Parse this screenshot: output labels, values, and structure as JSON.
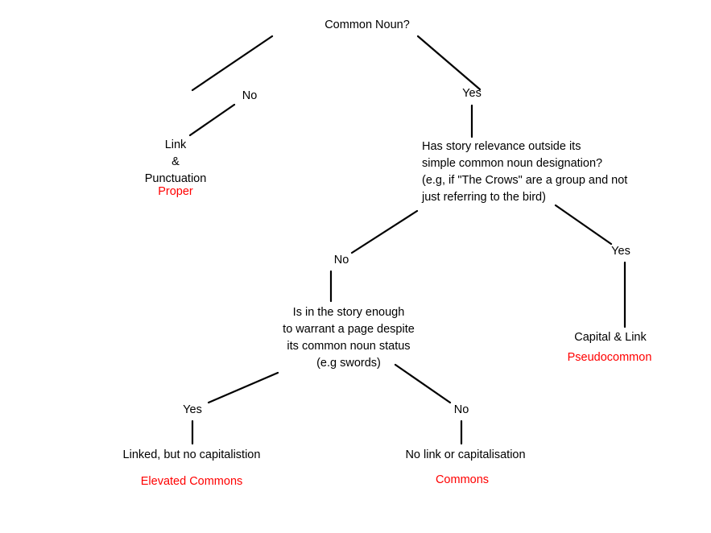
{
  "diagram": {
    "type": "decision-tree",
    "title": "Common Noun classification decision tree",
    "colors": {
      "text": "#000000",
      "outcome": "#ff0000",
      "edge": "#000000",
      "background": "#ffffff"
    }
  },
  "root": {
    "question": "Common Noun?"
  },
  "edge_labels": {
    "root_no": "No",
    "root_yes": "Yes",
    "relevance_no": "No",
    "relevance_yes": "Yes",
    "warrant_yes": "Yes",
    "warrant_no": "No"
  },
  "nodes": {
    "proper": {
      "line1": "Link",
      "line2": "&",
      "line3": "Punctuation",
      "outcome": "Proper"
    },
    "relevance_question": {
      "line1": "Has story relevance outside its",
      "line2": "simple common noun designation?",
      "line3": "(e.g, if \"The Crows\" are a group and not",
      "line4": "just referring to the bird)"
    },
    "pseudocommon": {
      "label": "Capital & Link",
      "outcome": "Pseudocommon"
    },
    "warrant_question": {
      "line1": "Is in the story enough",
      "line2": "to warrant a page despite",
      "line3": "its common noun status",
      "line4": "(e.g swords)"
    },
    "elevated_commons": {
      "label": "Linked, but no capitalistion",
      "outcome": "Elevated Commons"
    },
    "commons": {
      "label": "No link or capitalisation",
      "outcome": "Commons"
    }
  }
}
